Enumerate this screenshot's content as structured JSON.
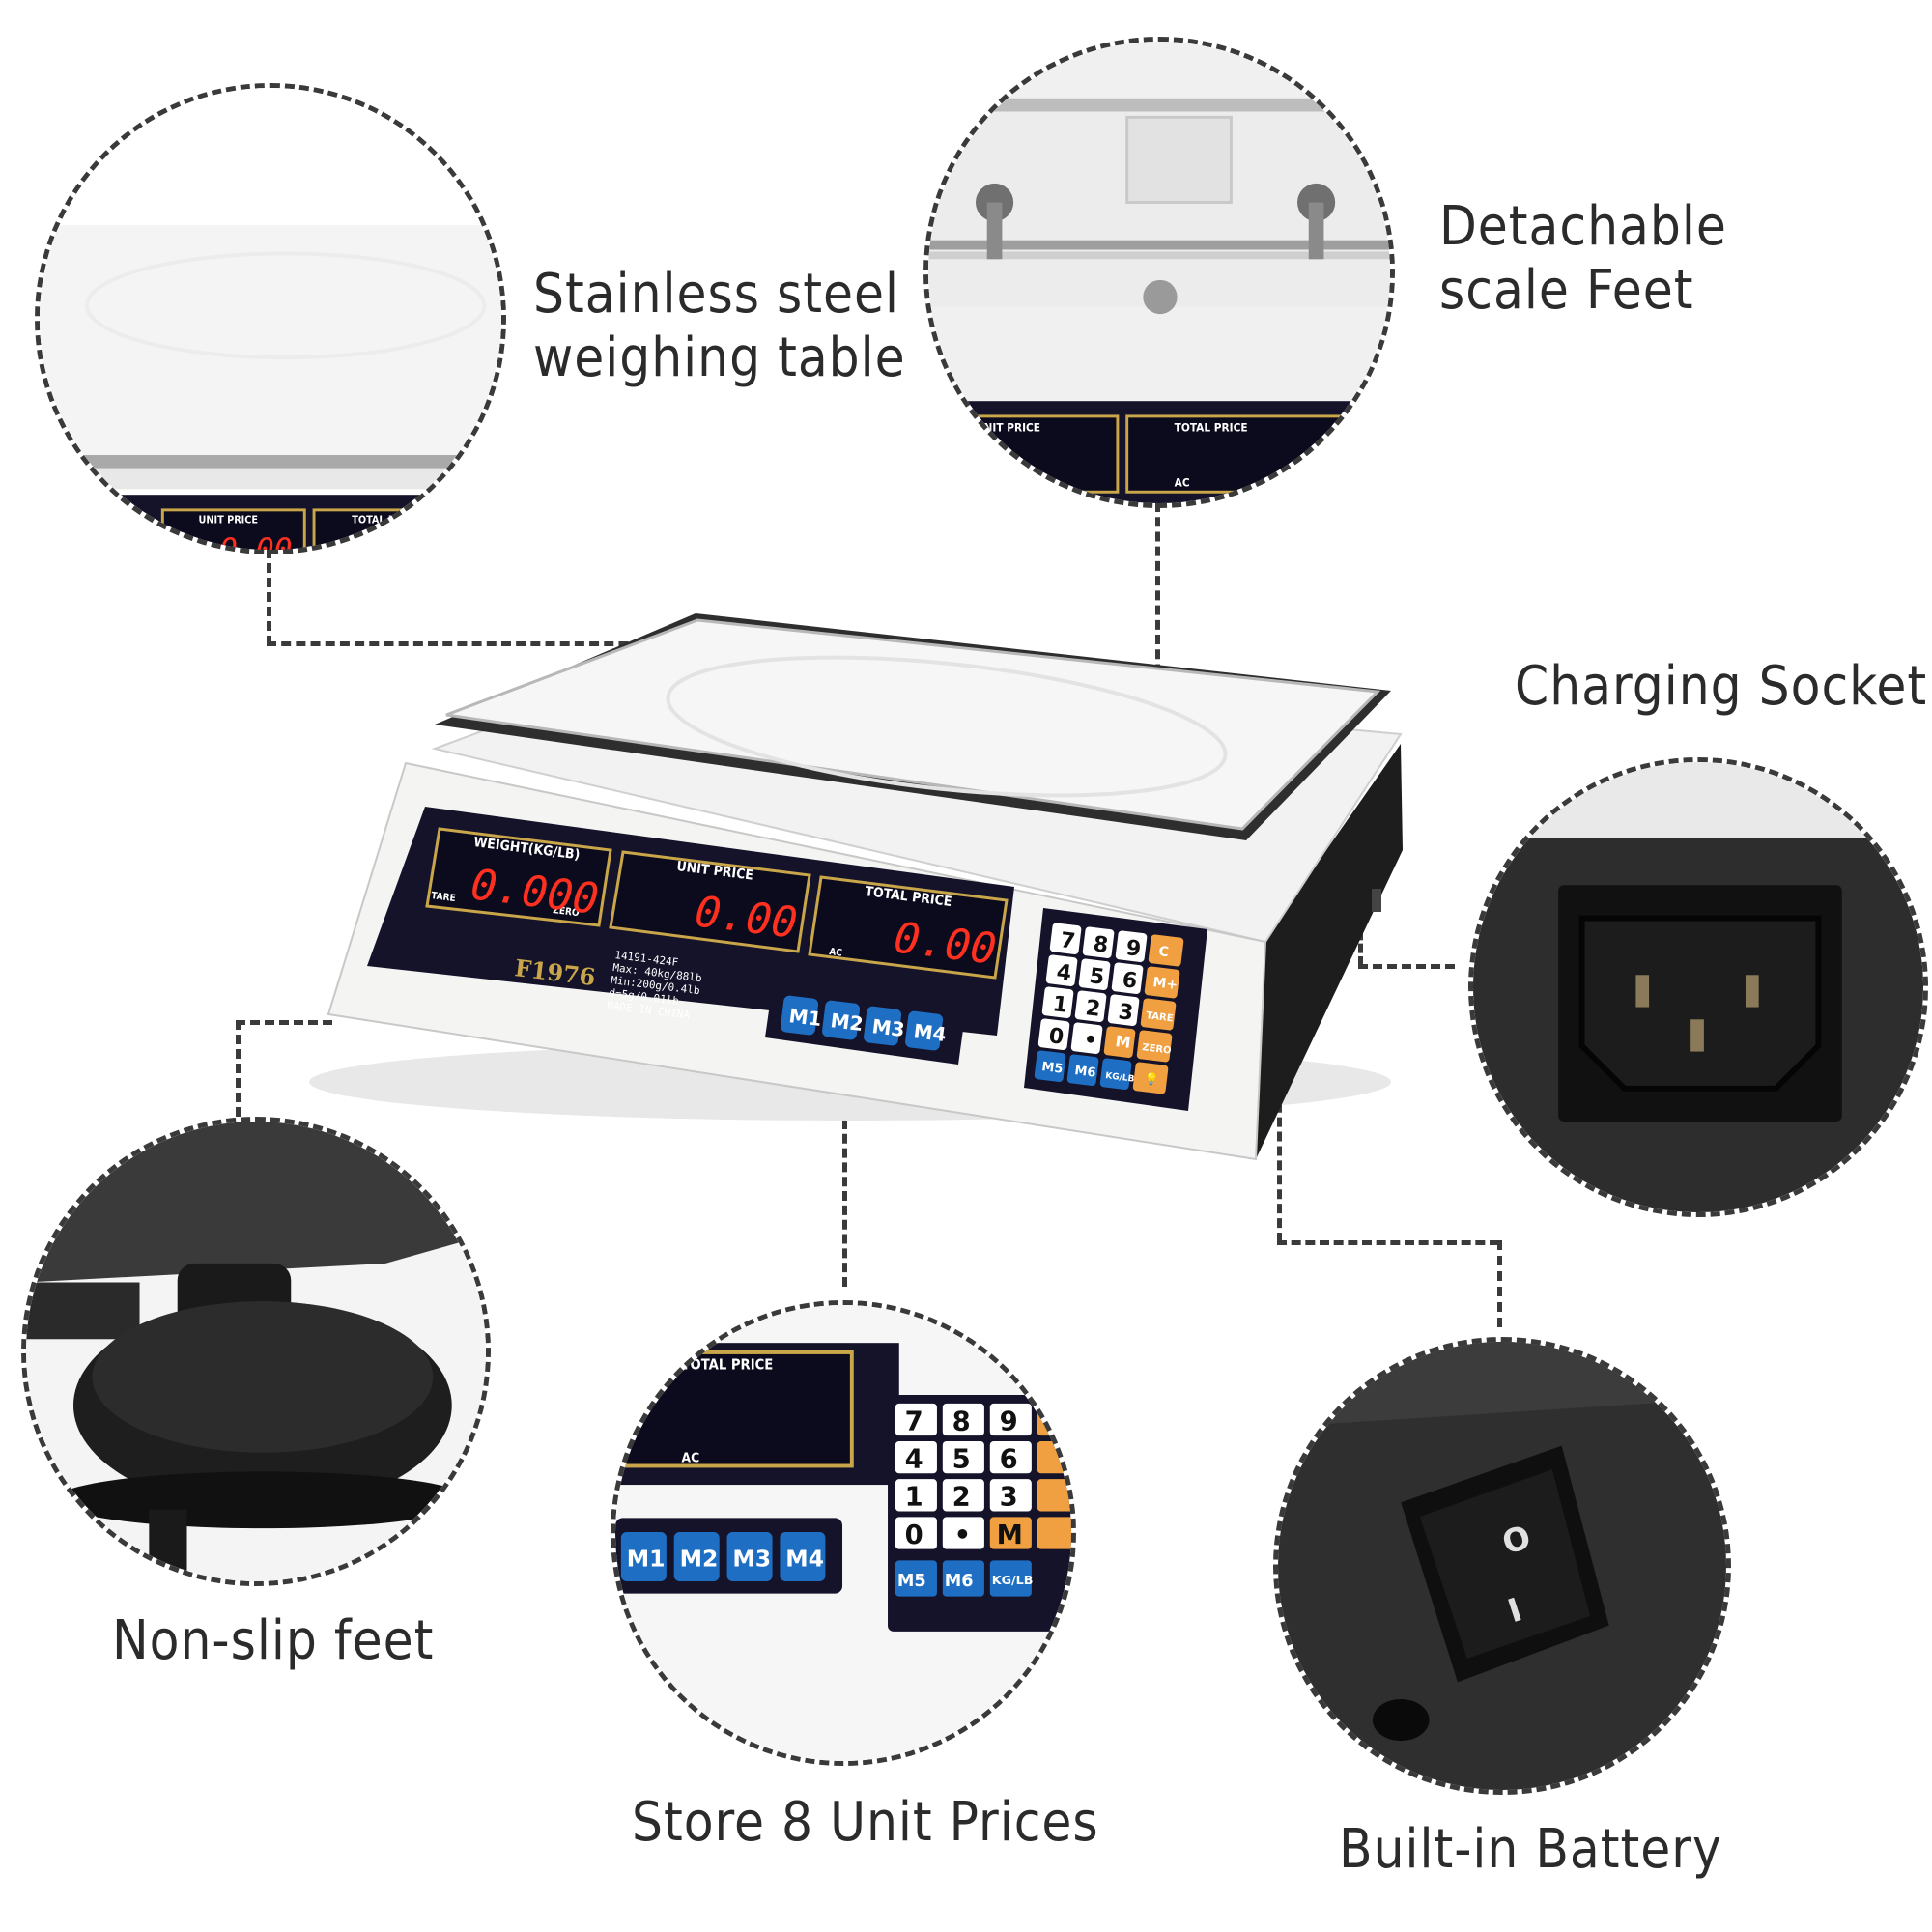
{
  "labels": {
    "stainless": "Stainless steel\nweighing table",
    "feet": "Detachable\nscale Feet",
    "charging": "Charging Socket",
    "nonslip": "Non-slip feet",
    "store": "Store 8 Unit Prices",
    "battery": "Built-in Battery"
  },
  "display": {
    "weight_title": "WEIGHT(KG/LB)",
    "unit_price_title": "UNIT PRICE",
    "total_price_title": "TOTAL PRICE",
    "weight_value": "0.000",
    "unit_price_value": "0.00",
    "total_price_value": "0.00",
    "tare": "TARE",
    "zero": "ZERO",
    "ac": "AC"
  },
  "brand": {
    "logo": "F1976"
  },
  "specs": [
    "14191-424F",
    "Max: 40kg/88lb",
    "Min:200g/0.4lb",
    "d=5g/0.01lb",
    "MADE IN CHINA"
  ],
  "memory_keys": [
    "M1",
    "M2",
    "M3",
    "M4"
  ],
  "keypad": {
    "row1": [
      "7",
      "8",
      "9",
      "C"
    ],
    "row2": [
      "4",
      "5",
      "6",
      "M+"
    ],
    "row3": [
      "1",
      "2",
      "3",
      "TARE"
    ],
    "row4": [
      "0",
      "•",
      "M",
      "ZERO"
    ],
    "row5": [
      "M5",
      "M6",
      "KG/LB",
      "💡"
    ]
  },
  "switch": {
    "off": "O",
    "on": "I"
  },
  "colors": {
    "digit_red": "#ff3020",
    "key_blue": "#1e6fc4",
    "key_orange": "#f0a040",
    "gold": "#c9a64a"
  }
}
